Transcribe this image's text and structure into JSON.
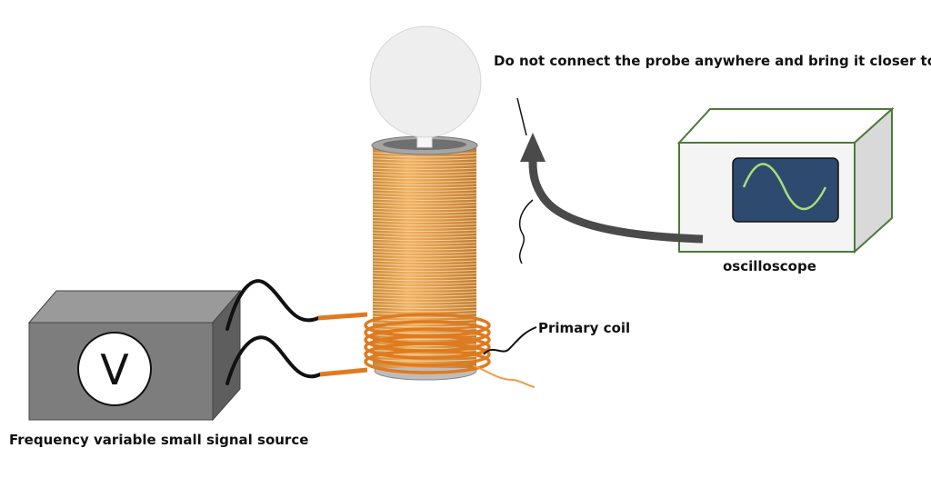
{
  "labels": {
    "probe_note": "Do not connect the probe anywhere and bring it closer to topload",
    "oscilloscope": "oscilloscope",
    "primary_coil": "Primary coil",
    "signal_source": "Frequency variable small signal source",
    "voltmeter_symbol": "V"
  },
  "colors": {
    "copper_wire": "#e07a1f",
    "secondary_winding": "#e8a04e",
    "topload": "#eeeeee",
    "box_front": "#7d7d7d",
    "box_side": "#5e5e5e",
    "box_top": "#9a9a9a",
    "oscilloscope_body": "#f4f4f4",
    "oscilloscope_outline": "#4d7a3a",
    "screen": "#2f4a6f",
    "waveform": "#a6e07a",
    "probe_cable": "#4a4a4a"
  }
}
